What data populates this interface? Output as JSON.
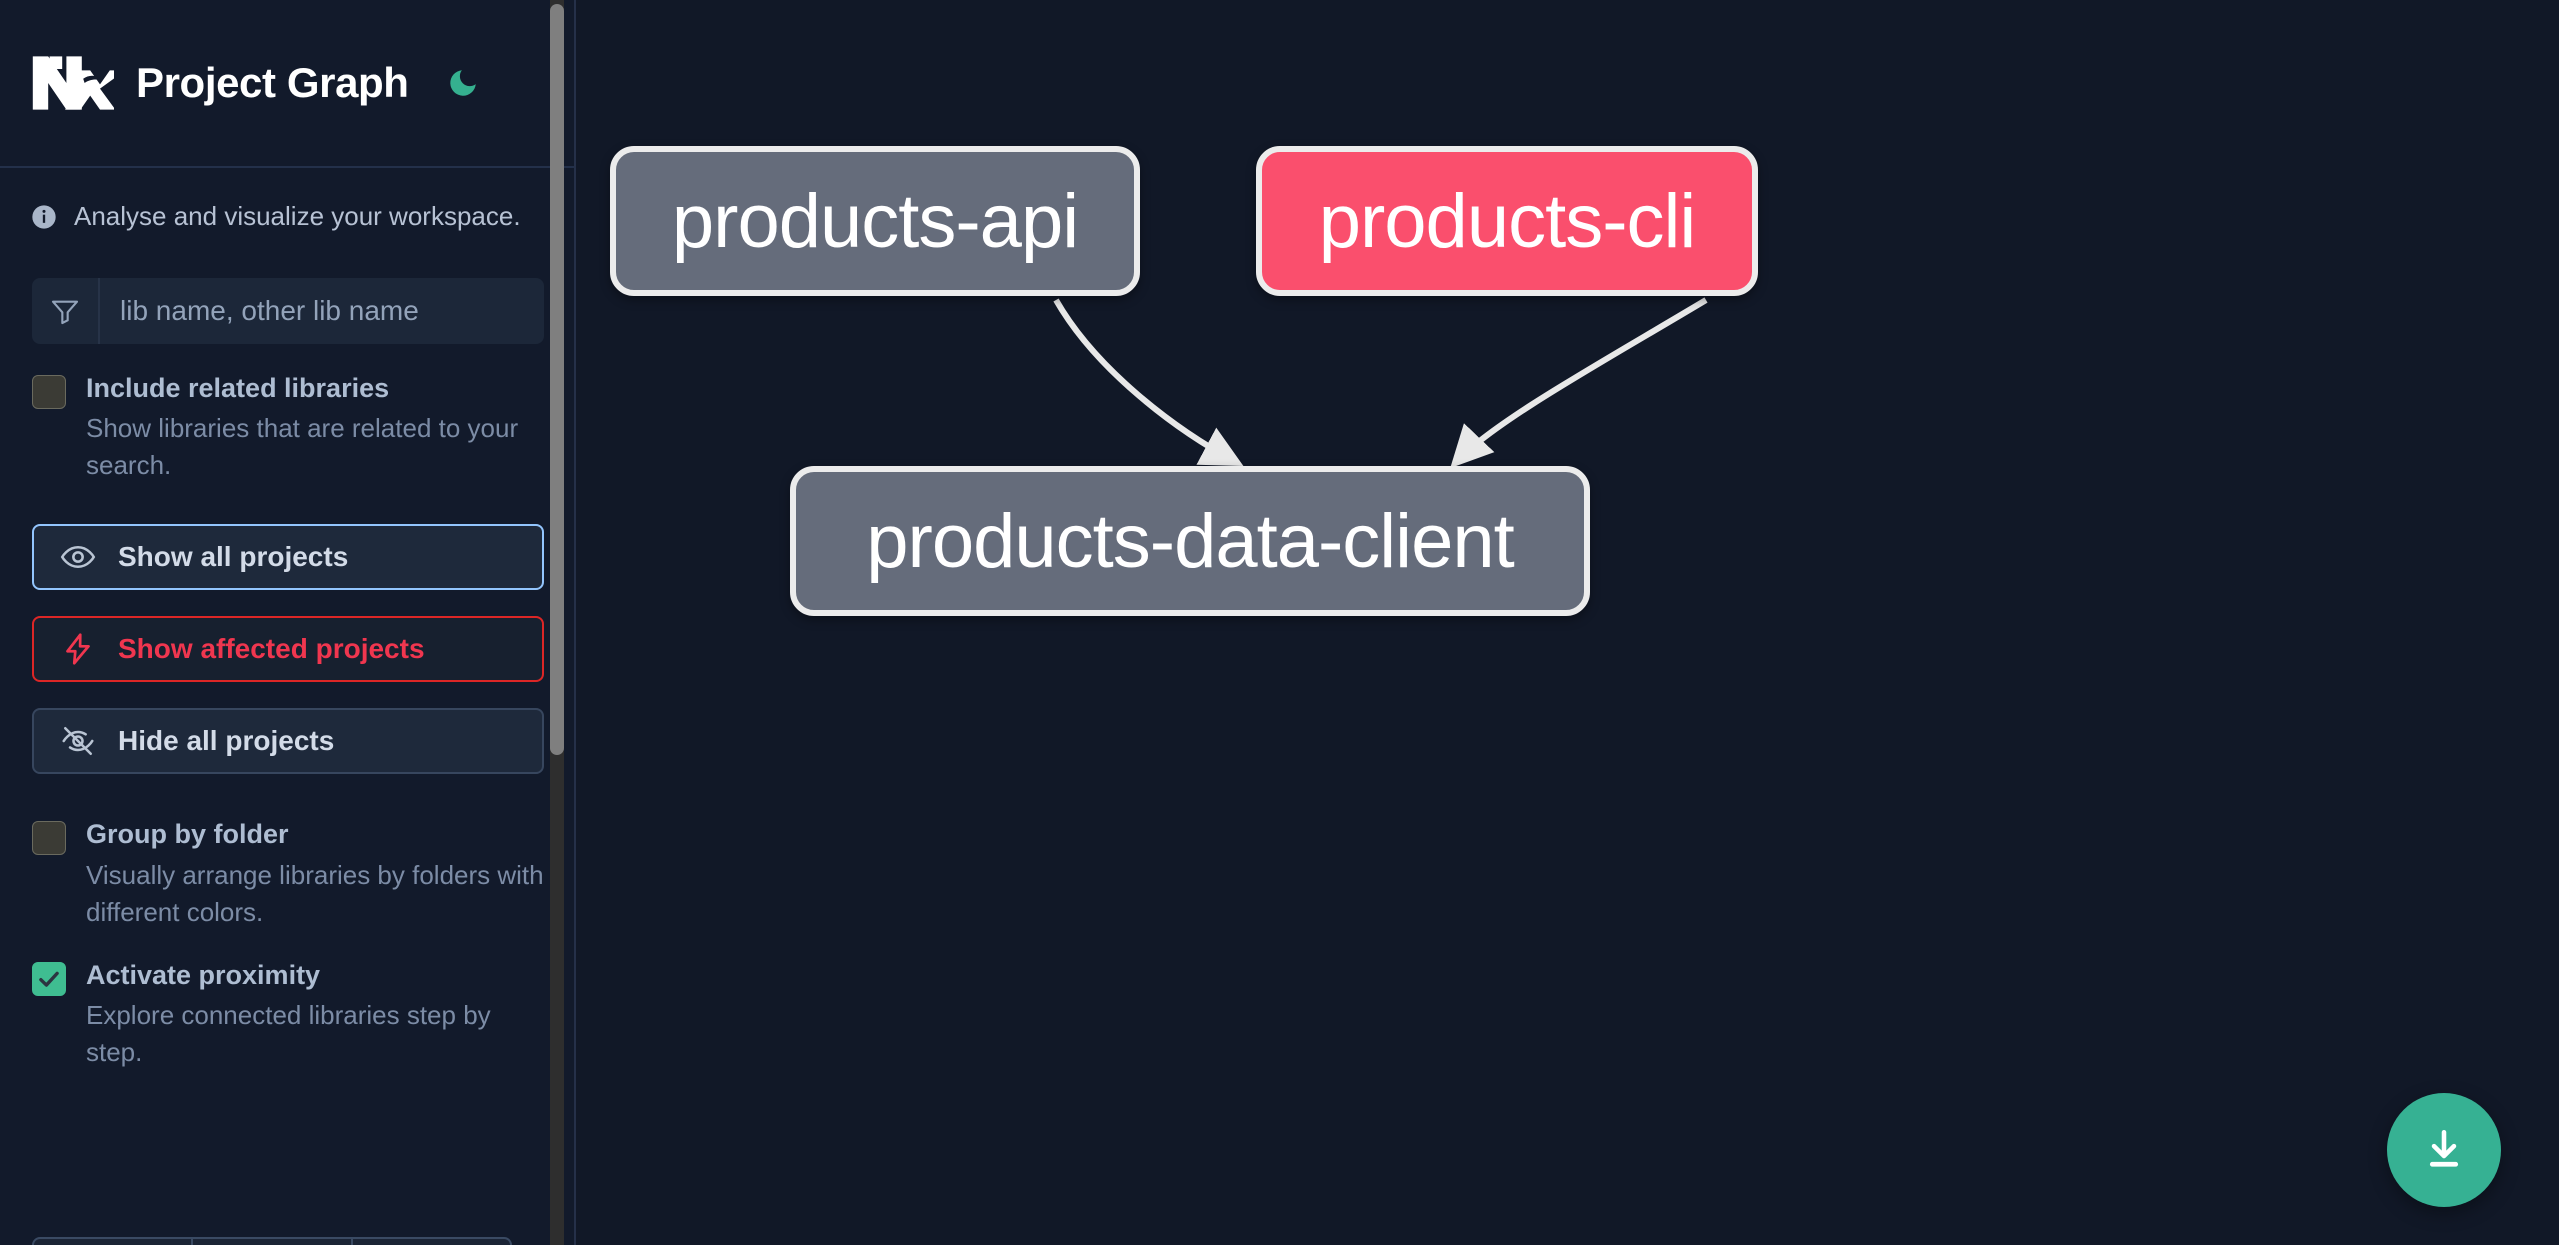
{
  "app": {
    "title": "Project Graph",
    "logo_icon": "nx-logo",
    "theme_toggle_icon": "moon-icon",
    "background_color": "#111827",
    "sidebar_background_color": "#121a2b"
  },
  "sidebar": {
    "info": {
      "icon": "info-icon",
      "text": "Analyse and visualize your workspace."
    },
    "search": {
      "icon": "filter-icon",
      "placeholder": "lib name, other lib name",
      "value": ""
    },
    "options": [
      {
        "id": "include-related-libraries",
        "title": "Include related libraries",
        "description": "Show libraries that are related to your search.",
        "checked": false
      },
      {
        "id": "group-by-folder",
        "title": "Group by folder",
        "description": "Visually arrange libraries by folders with different colors.",
        "checked": false
      },
      {
        "id": "activate-proximity",
        "title": "Activate proximity",
        "description": "Explore connected libraries step by step.",
        "checked": true
      }
    ],
    "buttons": [
      {
        "id": "show-all-projects",
        "label": "Show all projects",
        "icon": "eye-icon",
        "style": "primary"
      },
      {
        "id": "show-affected-projects",
        "label": "Show affected projects",
        "icon": "lightning-icon",
        "style": "danger"
      },
      {
        "id": "hide-all-projects",
        "label": "Hide all projects",
        "icon": "eye-off-icon",
        "style": "default"
      }
    ],
    "scrollbar": {
      "thumb_color": "#7f7f7f",
      "track_color": "#2e2e2e"
    }
  },
  "graph": {
    "nodes": [
      {
        "id": "products-api",
        "label": "products-api",
        "color": "#656c7b",
        "affected": false
      },
      {
        "id": "products-cli",
        "label": "products-cli",
        "color": "#fa4f6d",
        "affected": true
      },
      {
        "id": "products-data-client",
        "label": "products-data-client",
        "color": "#656c7b",
        "affected": false
      }
    ],
    "edges": [
      {
        "from": "products-api",
        "to": "products-data-client"
      },
      {
        "from": "products-cli",
        "to": "products-data-client"
      }
    ],
    "edge_color": "#e8e8e8"
  },
  "fab": {
    "id": "download-graph",
    "icon": "download-icon",
    "color": "#36b193"
  }
}
